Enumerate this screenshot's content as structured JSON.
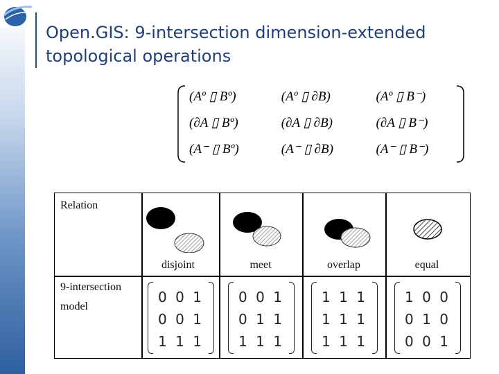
{
  "slide": {
    "title_line1": "Open.GIS: 9-intersection dimension-extended",
    "title_line2": "topological operations"
  },
  "formula": {
    "rows": [
      [
        "(Aº ▯ Bº)",
        "(Aº ▯ ∂B)",
        "(Aº ▯ B⁻)"
      ],
      [
        "(∂A ▯ Bº)",
        "(∂A ▯ ∂B)",
        "(∂A ▯ B⁻)"
      ],
      [
        "(A⁻ ▯ Bº)",
        "(A⁻ ▯ ∂B)",
        "(A⁻ ▯ B⁻)"
      ]
    ]
  },
  "table": {
    "row_header_relation": "Relation",
    "row_header_model_line1": "9-intersection",
    "row_header_model_line2": "model",
    "relations": [
      {
        "name": "disjoint",
        "matrix": [
          "0 0 1",
          "0 0 1",
          "1 1 1"
        ]
      },
      {
        "name": "meet",
        "matrix": [
          "0 0 1",
          "0 1 1",
          "1 1 1"
        ]
      },
      {
        "name": "overlap",
        "matrix": [
          "1 1 1",
          "1 1 1",
          "1 1 1"
        ]
      },
      {
        "name": "equal",
        "matrix": [
          "1 0 0",
          "0 1 0",
          "0 0 1"
        ]
      }
    ]
  },
  "colors": {
    "title": "#1f3f7a",
    "accent": "#1f4e8c"
  }
}
